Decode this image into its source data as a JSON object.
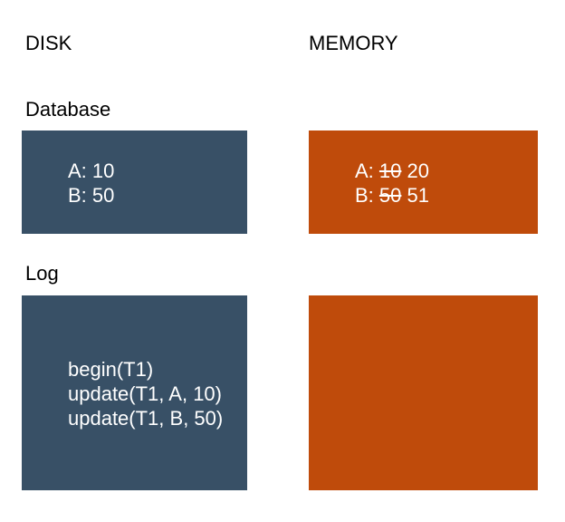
{
  "headers": {
    "disk": "DISK",
    "memory": "MEMORY"
  },
  "sections": {
    "database": "Database",
    "log": "Log"
  },
  "colors": {
    "disk_box": "#385066",
    "memory_box": "#bf4b0b"
  },
  "disk_database": {
    "lines": [
      "A: 10",
      "B: 50"
    ]
  },
  "memory_database": {
    "a_label": "A:",
    "a_old": "10",
    "a_new": "20",
    "b_label": "B:",
    "b_old": "50",
    "b_new": "51"
  },
  "disk_log": {
    "lines": [
      "begin(T1)",
      "update(T1, A, 10)",
      "update(T1, B, 50)"
    ]
  },
  "memory_log": {
    "lines": []
  }
}
